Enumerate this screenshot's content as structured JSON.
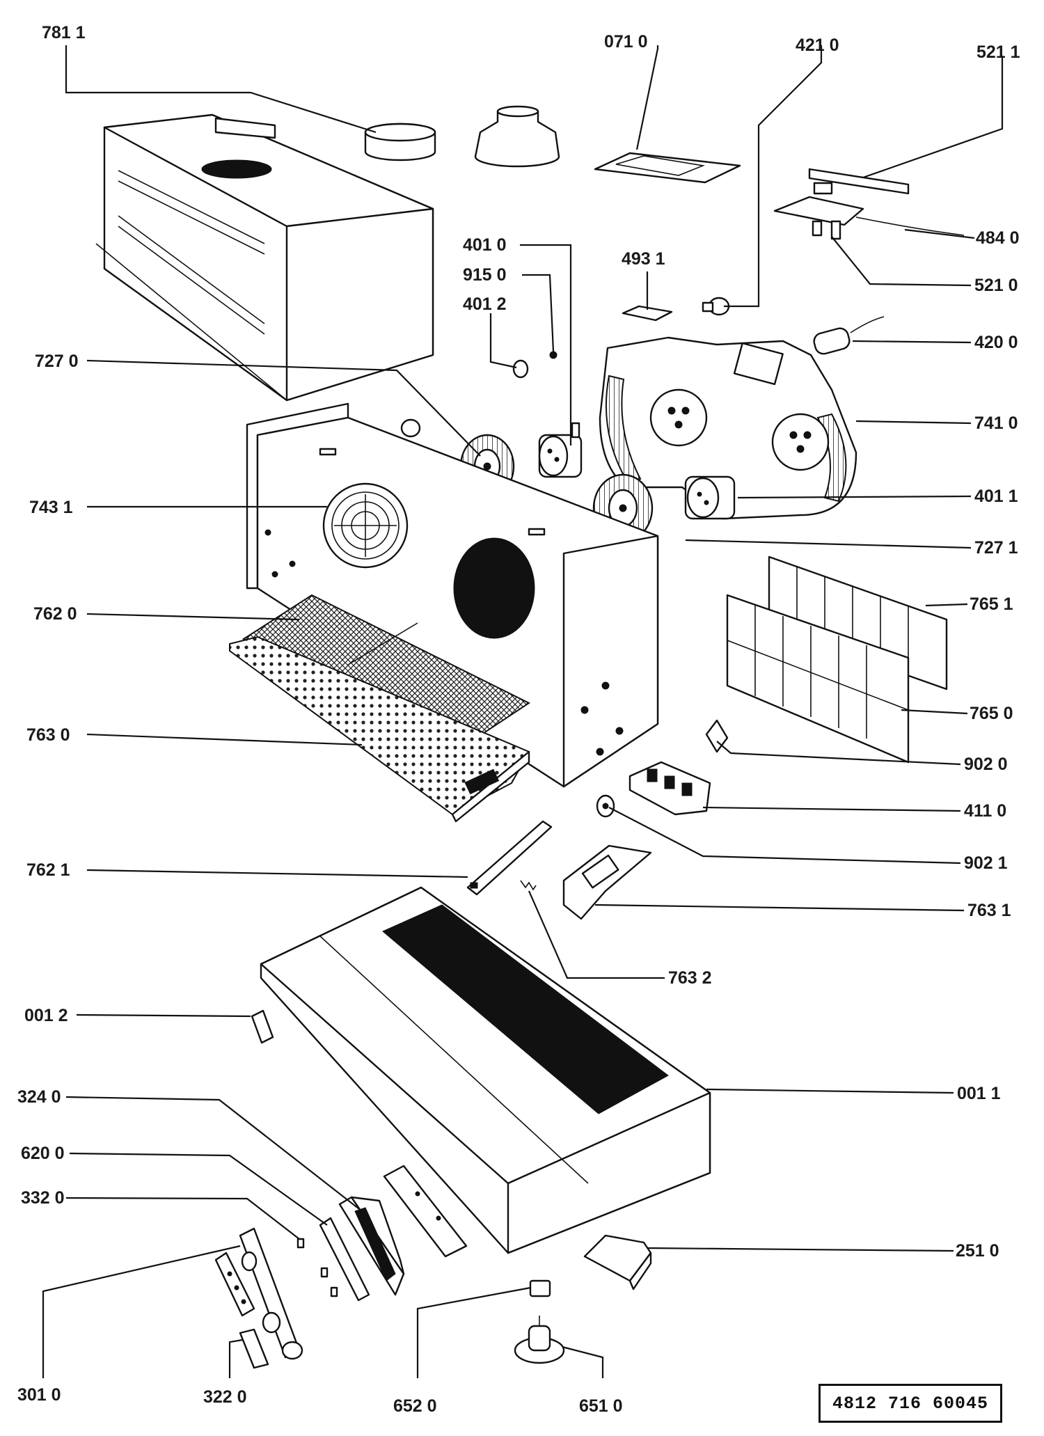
{
  "labels": {
    "l7811": "781 1",
    "l0710": "071 0",
    "l4210": "421 0",
    "l5211": "521 1",
    "l4840": "484 0",
    "l5210": "521 0",
    "l4010": "401 0",
    "l9150": "915 0",
    "l4012": "401 2",
    "l4931": "493 1",
    "l4200": "420 0",
    "l7270": "727 0",
    "l7410": "741 0",
    "l7431": "743 1",
    "l4011": "401 1",
    "l7271": "727 1",
    "l7620": "762 0",
    "l7651": "765 1",
    "l7650": "765 0",
    "l7630": "763 0",
    "l9020": "902 0",
    "l4110": "411 0",
    "l7621": "762 1",
    "l9021": "902 1",
    "l7631": "763 1",
    "l7632": "763 2",
    "l0012": "001 2",
    "l0011": "001 1",
    "l3240": "324 0",
    "l6200": "620 0",
    "l3320": "332 0",
    "l2510": "251 0",
    "l3010": "301 0",
    "l3220": "322 0",
    "l6520": "652 0",
    "l6510": "651 0"
  },
  "reference_number": "4812  716  60045"
}
